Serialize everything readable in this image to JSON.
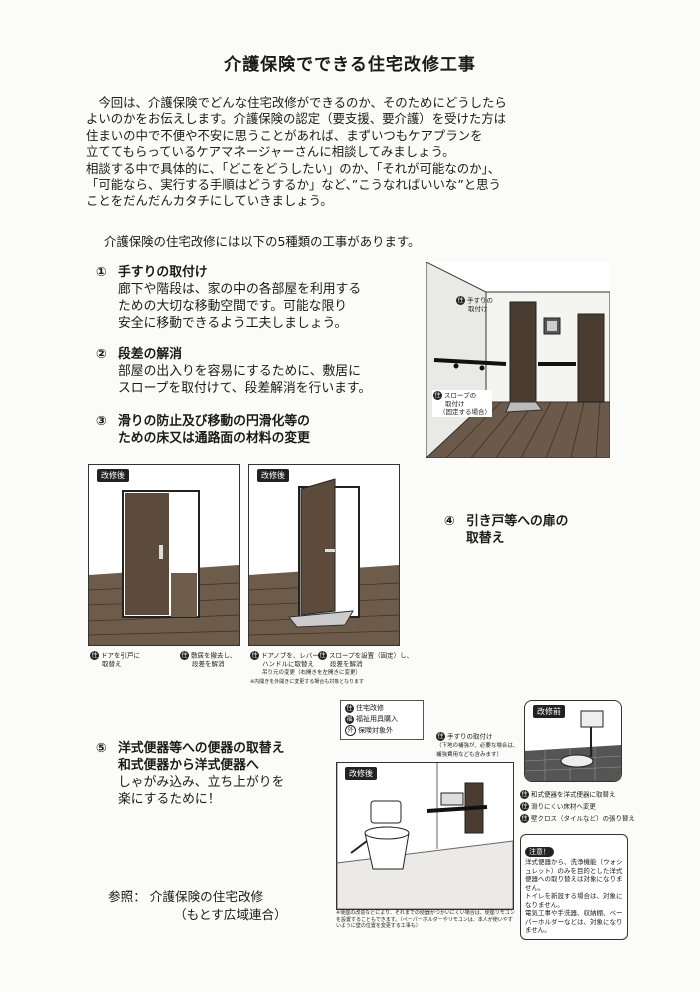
{
  "title": "介護保険でできる住宅改修工事",
  "intro": [
    "　今回は、介護保険でどんな住宅改修ができるのか、そのためにどうしたら",
    "よいのかをお伝えします。介護保険の認定（要支援、要介護）を受けた方は",
    "住まいの中で不便や不安に思うことがあれば、まずいつもケアプランを",
    "立ててもらっているケアマネージャーさんに相談してみましょう。",
    "相談する中で具体的に、「どこをどうしたい」のか、「それが可能なのか」、",
    "「可能なら、実行する手順はどうするか」など、”こうなればいいな”と思う",
    "ことをだんだんカタチにしていきましょう。"
  ],
  "lead": "介護保険の住宅改修には以下の5種類の工事があります。",
  "items": {
    "i1": {
      "num": "①",
      "title": "手すりの取付け",
      "body": [
        "廊下や階段は、家の中の各部屋を利用する",
        "ための大切な移動空間です。可能な限り",
        "安全に移動できるよう工夫しましょう。"
      ]
    },
    "i2": {
      "num": "②",
      "title": "段差の解消",
      "body": [
        "部屋の出入りを容易にするために、敷居に",
        "スロープを取付けて、段差解消を行います。"
      ]
    },
    "i3": {
      "num": "③",
      "title": "滑りの防止及び移動の円滑化等の",
      "title2": "ための床又は通路面の材料の変更"
    },
    "i4": {
      "num": "④",
      "title": "引き戸等への扉の",
      "title2": "取替え"
    },
    "i5": {
      "num": "⑤",
      "title": "洋式便器等への便器の取替え",
      "title2": "和式便器から洋式便器へ",
      "body": [
        "しゃがみ込み、立ち上がりを",
        "楽にするために！"
      ]
    }
  },
  "hallway": {
    "handrail_label": "手すりの",
    "handrail_label2": "取付け",
    "slope_label": "スロープの",
    "slope_label2": "取付け",
    "slope_label3": "（固定する場合）",
    "mark": "住"
  },
  "door_panels": {
    "tag": "改修後",
    "cap1": [
      "ドアを引戸に",
      "取替え"
    ],
    "cap2": [
      "敷居を撤去し、",
      "段差を解消"
    ],
    "cap3": [
      "ドアノブを、レバー",
      "ハンドルに取替え",
      "吊り元の変更（右開きを左開きに変更）"
    ],
    "cap3_note": "※内開きを外開きに変更する場合も対象となります",
    "cap4": [
      "スロープを設置（固定）し、",
      "段差を解消"
    ],
    "mark": "住"
  },
  "toilet": {
    "legend": [
      "住宅改修",
      "福祉用具購入",
      "保険対象外"
    ],
    "legend_marks": [
      "住",
      "福",
      "外"
    ],
    "tag_before": "改修前",
    "tag_after": "改修後",
    "handrail": [
      "手すりの取付け",
      "（下地の補強が、必要な場合は、",
      "補強費用なども含みます）"
    ],
    "caps": [
      "和式便器を洋式便器に取替え",
      "滑りにくい床材へ変更",
      "壁クロス（タイルなど）の張り替え"
    ],
    "footnote": "※便座の改造などにより、それまでの便器がつかいにくい場合は、便座リモコンを設置することもできます。（ペーパーホルダーやリモコンは、本人が使いやすいように壁の位置を変更する工事も）",
    "caution_title": "注意！",
    "caution": [
      "洋式便器から、洗浄機能（ウォシュレット）のみを目的とした洋式便器への取り替えは対象になりません。",
      "トイレを新設する場合は、対象になりません。",
      "電気工事や手洗器、収納棚、ペーパーホルダーなどは、対象になりません。"
    ]
  },
  "reference": {
    "label": "参照：",
    "source": "介護保険の住宅改修",
    "org": "（もとす広域連合）"
  }
}
